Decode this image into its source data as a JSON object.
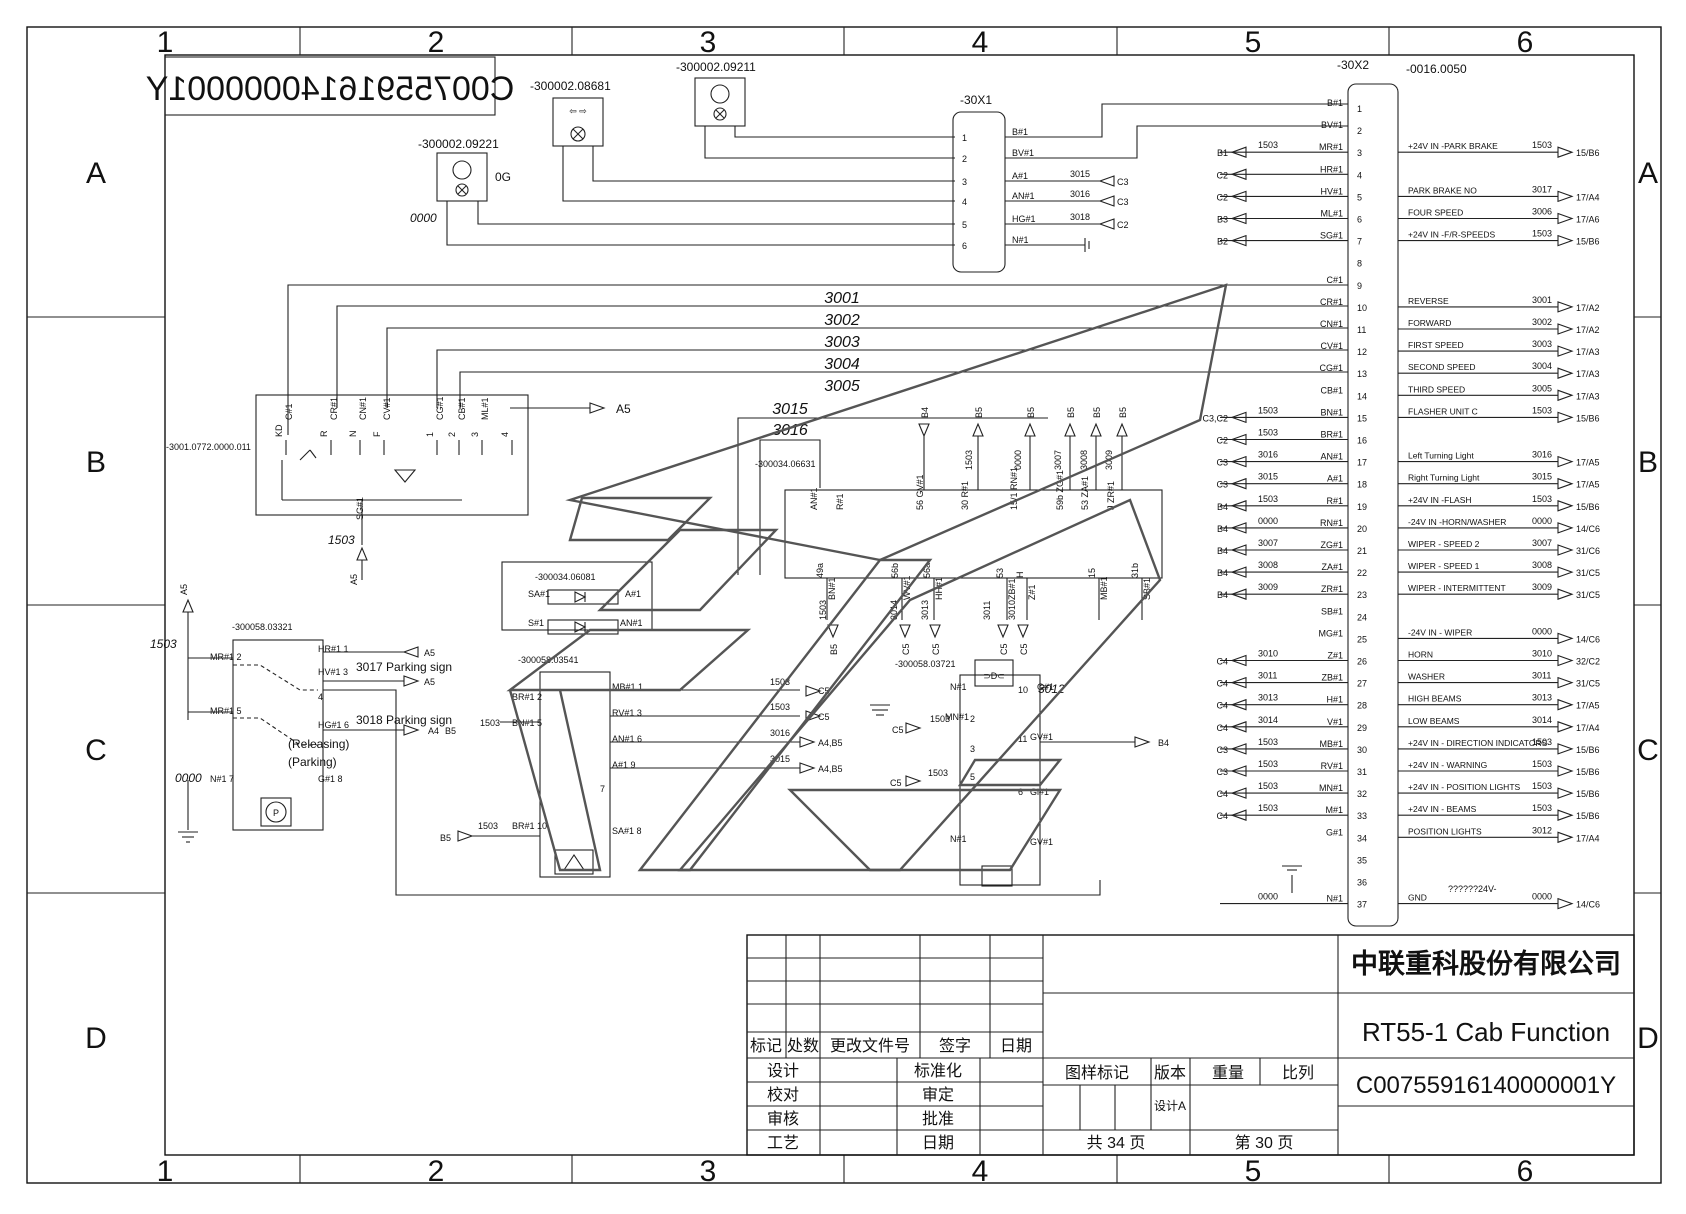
{
  "drawing_number_mirrored": "C00755916140000001Y",
  "grid": {
    "columns": [
      "1",
      "2",
      "3",
      "4",
      "5",
      "6"
    ],
    "rows": [
      "A",
      "B",
      "C",
      "D"
    ]
  },
  "components": {
    "k1": "-300002.09221",
    "k1_sub": "0G",
    "k2": "-300002.08681",
    "k3": "-300002.09211",
    "x1": "-30X1",
    "x2": "-30X2",
    "x2_sub": "-0016.0050",
    "sw_main": "-3001.0772.0000.011",
    "relay1": "-300034.06631",
    "relay2": "-300034.06081",
    "park": "-300058.03321",
    "hazard": "-300058.03541",
    "lightsw": "-300058.03721"
  },
  "labels": {
    "n0000": "0000",
    "n1503": "1503",
    "a5": "A5",
    "a4": "A4",
    "b5": "B5",
    "b4": "B4",
    "c5": "C5",
    "a4b5": "A4,B5",
    "a4b5b": "A4,B5",
    "releasing": "(Releasing)",
    "parking": "(Parking)",
    "ps3017": "3017 Parking sign",
    "ps3018": "3018 Parking sign",
    "ps3017b": "3017 Parking sign",
    "w3012": "3012"
  },
  "x1_pins": [
    {
      "n": "1",
      "tag": "B#1"
    },
    {
      "n": "2",
      "tag": "BV#1"
    },
    {
      "n": "3",
      "tag": "A#1",
      "wire": "3015",
      "dest": "C3"
    },
    {
      "n": "4",
      "tag": "AN#1",
      "wire": "3016",
      "dest": "C3"
    },
    {
      "n": "5",
      "tag": "HG#1",
      "wire": "3018",
      "dest": "C2"
    },
    {
      "n": "6",
      "tag": "N#1"
    }
  ],
  "bus_wires": [
    "3001",
    "3002",
    "3003",
    "3004",
    "3005",
    "3015",
    "3016"
  ],
  "relay_tops": [
    "B4",
    "B5",
    "B5",
    "B5",
    "B5",
    "B5"
  ],
  "relay_pins": [
    "AN#1",
    "R#1",
    "56 GV#1",
    "30 R#1",
    "15/1 RN#1",
    "59b ZG#1",
    "53 ZA#1",
    "J ZR#1"
  ],
  "relay_wires_top": [
    "1503",
    "0000",
    "3007",
    "3008",
    "3009"
  ],
  "relay_bottom": [
    "49a",
    "56b",
    "56a",
    "53",
    "H",
    "15",
    "31b"
  ],
  "relay_bottom_wires": [
    "1503",
    "3014",
    "3013",
    "3011",
    "3010"
  ],
  "relay_bottom_tags": [
    "BN#1",
    "WV#1",
    "HH#1",
    "ZB#1",
    "Z#1",
    "MB#1",
    "SB#1"
  ],
  "sw_pins": [
    {
      "code": "KD",
      "tag": "C#1"
    },
    {
      "code": "R",
      "tag": "CR#1"
    },
    {
      "code": "N",
      "tag": "CN#1"
    },
    {
      "code": "F",
      "tag": "CV#1"
    },
    {
      "code": "1",
      "tag": "CG#1"
    },
    {
      "code": "2",
      "tag": "CB#1"
    },
    {
      "code": "3",
      "tag": "ML#1"
    },
    {
      "code": "4",
      "tag": ""
    }
  ],
  "sw_bottom": "SG#1",
  "park_pins": [
    "MR#1 2",
    "MR#1 5",
    "N#1 7",
    "HR#1 1",
    "HV#1 3",
    "4",
    "HG#1 6",
    "G#1 8"
  ],
  "haz_pins": [
    "BR#1 2",
    "BN#1 5",
    "BR#1 10",
    "MB#1 1",
    "RV#1 3",
    "AN#1 6",
    "A#1 9",
    "7",
    "SA#1 8"
  ],
  "haz_wires": [
    "1503",
    "1503",
    "3016",
    "3015"
  ],
  "relay2_pins": [
    "SA#1",
    "A#1",
    "S#1",
    "AN#1"
  ],
  "light_pins": [
    "N#1",
    "MN#1",
    "G#1",
    "GV#1",
    "Gi#1",
    "GV#1",
    "N#1",
    "2",
    "3",
    "5",
    "6",
    "10",
    "11"
  ],
  "x2_rows": [
    {
      "n": "1",
      "tag": "B#1",
      "lw": "",
      "ld": "",
      "desc": "",
      "rw": "",
      "rd": ""
    },
    {
      "n": "2",
      "tag": "BV#1",
      "lw": "",
      "ld": "",
      "desc": "",
      "rw": "",
      "rd": ""
    },
    {
      "n": "3",
      "tag": "MR#1",
      "lw": "1503",
      "ld": "B1",
      "desc": "+24V IN -PARK BRAKE",
      "rw": "1503",
      "rd": "15/B6"
    },
    {
      "n": "4",
      "tag": "HR#1",
      "lw": "",
      "ld": "C2",
      "desc": "",
      "rw": "",
      "rd": ""
    },
    {
      "n": "5",
      "tag": "HV#1",
      "lw": "",
      "ld": "C2",
      "desc": "PARK BRAKE NO",
      "rw": "3017",
      "rd": "17/A4"
    },
    {
      "n": "6",
      "tag": "ML#1",
      "lw": "",
      "ld": "B3",
      "desc": "FOUR SPEED",
      "rw": "3006",
      "rd": "17/A6"
    },
    {
      "n": "7",
      "tag": "SG#1",
      "lw": "",
      "ld": "B2",
      "desc": "+24V IN -F/R-SPEEDS",
      "rw": "1503",
      "rd": "15/B6"
    },
    {
      "n": "8",
      "tag": "",
      "lw": "",
      "ld": "",
      "desc": "",
      "rw": "",
      "rd": ""
    },
    {
      "n": "9",
      "tag": "C#1",
      "lw": "",
      "ld": "",
      "desc": "",
      "rw": "",
      "rd": ""
    },
    {
      "n": "10",
      "tag": "CR#1",
      "lw": "",
      "ld": "",
      "desc": "REVERSE",
      "rw": "3001",
      "rd": "17/A2"
    },
    {
      "n": "11",
      "tag": "CN#1",
      "lw": "",
      "ld": "",
      "desc": "FORWARD",
      "rw": "3002",
      "rd": "17/A2"
    },
    {
      "n": "12",
      "tag": "CV#1",
      "lw": "",
      "ld": "",
      "desc": "FIRST SPEED",
      "rw": "3003",
      "rd": "17/A3"
    },
    {
      "n": "13",
      "tag": "CG#1",
      "lw": "",
      "ld": "",
      "desc": "SECOND SPEED",
      "rw": "3004",
      "rd": "17/A3"
    },
    {
      "n": "14",
      "tag": "CB#1",
      "lw": "",
      "ld": "",
      "desc": "THIRD SPEED",
      "rw": "3005",
      "rd": "17/A3"
    },
    {
      "n": "15",
      "tag": "BN#1",
      "lw": "1503",
      "ld": "C3,C2",
      "desc": "FLASHER UNIT C",
      "rw": "1503",
      "rd": "15/B6"
    },
    {
      "n": "16",
      "tag": "BR#1",
      "lw": "1503",
      "ld": "C2",
      "desc": "",
      "rw": "",
      "rd": ""
    },
    {
      "n": "17",
      "tag": "AN#1",
      "lw": "3016",
      "ld": "C3",
      "desc": "Left Turning Light",
      "rw": "3016",
      "rd": "17/A5"
    },
    {
      "n": "18",
      "tag": "A#1",
      "lw": "3015",
      "ld": "C3",
      "desc": "Right Turning Light",
      "rw": "3015",
      "rd": "17/A5"
    },
    {
      "n": "19",
      "tag": "R#1",
      "lw": "1503",
      "ld": "B4",
      "desc": "+24V IN -FLASH",
      "rw": "1503",
      "rd": "15/B6"
    },
    {
      "n": "20",
      "tag": "RN#1",
      "lw": "0000",
      "ld": "B4",
      "desc": "-24V IN -HORN/WASHER",
      "rw": "0000",
      "rd": "14/C6"
    },
    {
      "n": "21",
      "tag": "ZG#1",
      "lw": "3007",
      "ld": "B4",
      "desc": "WIPER - SPEED 2",
      "rw": "3007",
      "rd": "31/C6"
    },
    {
      "n": "22",
      "tag": "ZA#1",
      "lw": "3008",
      "ld": "B4",
      "desc": "WIPER - SPEED 1",
      "rw": "3008",
      "rd": "31/C5"
    },
    {
      "n": "23",
      "tag": "ZR#1",
      "lw": "3009",
      "ld": "B4",
      "desc": "WIPER - INTERMITTENT",
      "rw": "3009",
      "rd": "31/C5"
    },
    {
      "n": "24",
      "tag": "SB#1",
      "lw": "",
      "ld": "",
      "desc": "",
      "rw": "",
      "rd": ""
    },
    {
      "n": "25",
      "tag": "MG#1",
      "lw": "",
      "ld": "",
      "desc": "-24V IN - WIPER",
      "rw": "0000",
      "rd": "14/C6"
    },
    {
      "n": "26",
      "tag": "Z#1",
      "lw": "3010",
      "ld": "C4",
      "desc": "HORN",
      "rw": "3010",
      "rd": "32/C2"
    },
    {
      "n": "27",
      "tag": "ZB#1",
      "lw": "3011",
      "ld": "C4",
      "desc": "WASHER",
      "rw": "3011",
      "rd": "31/C5"
    },
    {
      "n": "28",
      "tag": "H#1",
      "lw": "3013",
      "ld": "C4",
      "desc": "HIGH BEAMS",
      "rw": "3013",
      "rd": "17/A5"
    },
    {
      "n": "29",
      "tag": "V#1",
      "lw": "3014",
      "ld": "C4",
      "desc": "LOW BEAMS",
      "rw": "3014",
      "rd": "17/A4"
    },
    {
      "n": "30",
      "tag": "MB#1",
      "lw": "1503",
      "ld": "C3",
      "desc": "+24V IN - DIRECTION INDICATORS",
      "rw": "1503",
      "rd": "15/B6"
    },
    {
      "n": "31",
      "tag": "RV#1",
      "lw": "1503",
      "ld": "C3",
      "desc": "+24V IN - WARNING",
      "rw": "1503",
      "rd": "15/B6"
    },
    {
      "n": "32",
      "tag": "MN#1",
      "lw": "1503",
      "ld": "C4",
      "desc": "+24V IN - POSITION LIGHTS",
      "rw": "1503",
      "rd": "15/B6"
    },
    {
      "n": "33",
      "tag": "M#1",
      "lw": "1503",
      "ld": "C4",
      "desc": "+24V IN - BEAMS",
      "rw": "1503",
      "rd": "15/B6"
    },
    {
      "n": "34",
      "tag": "G#1",
      "lw": "",
      "ld": "",
      "desc": "POSITION LIGHTS",
      "rw": "3012",
      "rd": "17/A4"
    },
    {
      "n": "35",
      "tag": "",
      "lw": "",
      "ld": "",
      "desc": "",
      "rw": "",
      "rd": ""
    },
    {
      "n": "36",
      "tag": "",
      "lw": "",
      "ld": "",
      "desc": "",
      "rw": "",
      "rd": ""
    },
    {
      "n": "37",
      "tag": "N#1",
      "lw": "0000",
      "ld": "",
      "desc": "GND",
      "rw": "0000",
      "rd": "14/C6"
    }
  ],
  "gnd_note": "??????24V-",
  "title_block": {
    "company": "中联重科股份有限公司",
    "title": "RT55-1 Cab Function",
    "drawing_no": "C00755916140000001Y",
    "mark": "标记",
    "count": "处数",
    "change_doc": "更改文件号",
    "sign": "签字",
    "date": "日期",
    "design": "设计",
    "standard": "标准化",
    "check": "校对",
    "review": "审定",
    "audit": "审核",
    "approve": "批准",
    "process": "工艺",
    "date2": "日期",
    "pattern_mark": "图样标记",
    "version": "版本",
    "weight": "重量",
    "scale": "比列",
    "version_val": "设计A",
    "total_pages": "共 34 页",
    "page": "第 30 页"
  }
}
